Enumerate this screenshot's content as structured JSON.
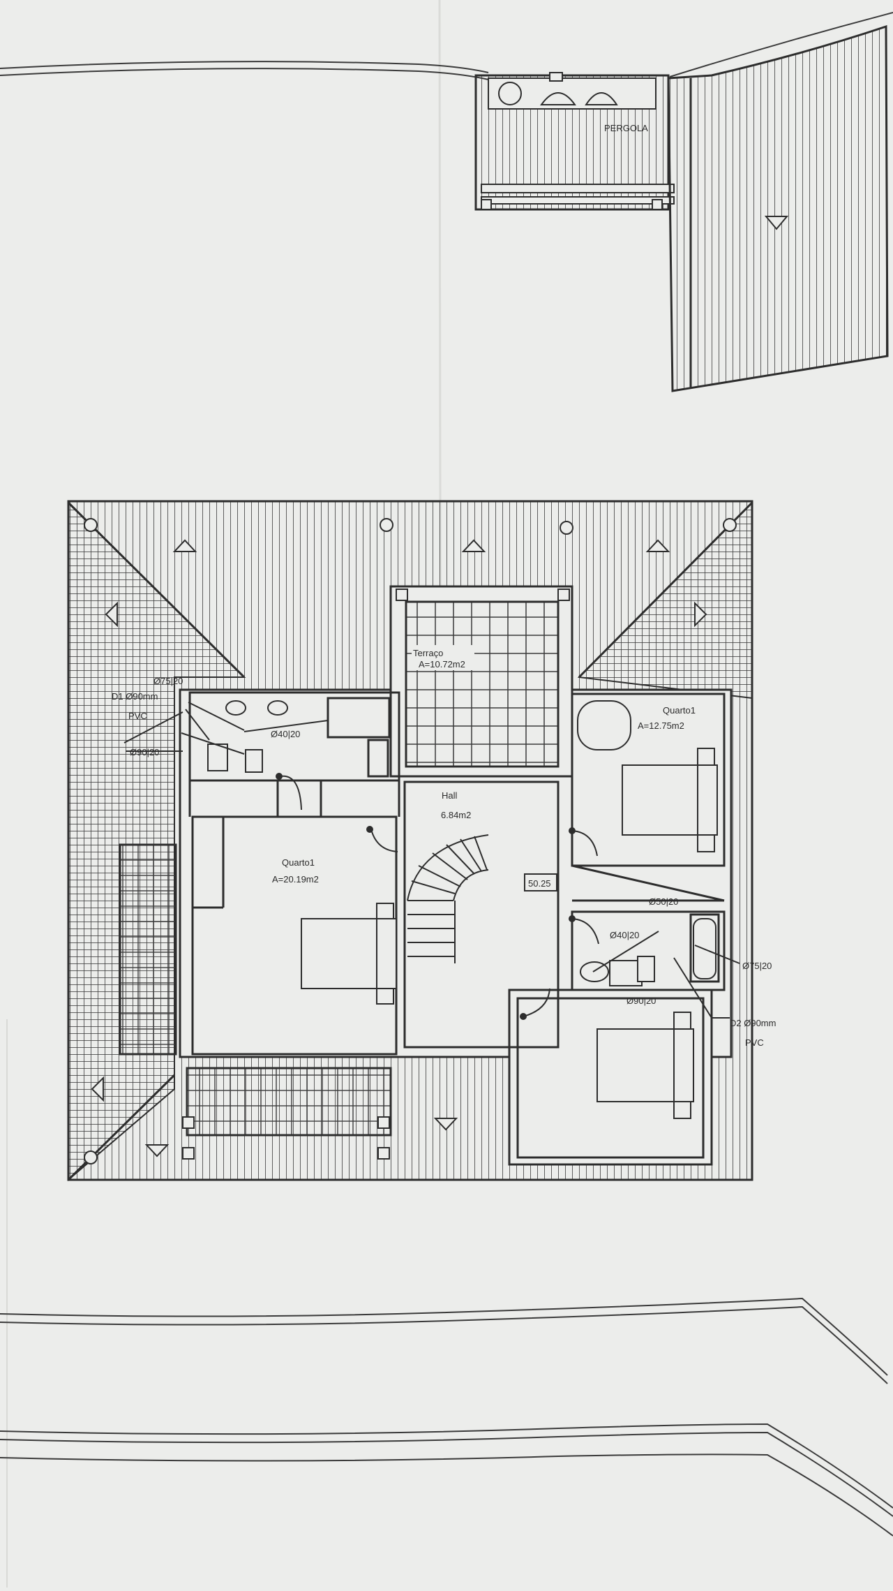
{
  "colors": {
    "paper": "#ecedeb",
    "ink": "#2d2d2d",
    "fold": "#dadbd8"
  },
  "pergola": {
    "label": "PERGOLA"
  },
  "rooms": {
    "terrace": {
      "name": "Terraço",
      "area": "A=10.72m2"
    },
    "hall": {
      "name": "Hall",
      "area": "6.84m2"
    },
    "bedroom_right": {
      "name": "Quarto1",
      "area": "A=12.75m2"
    },
    "bedroom_left": {
      "name": "Quarto1",
      "area": "A=20.19m2"
    }
  },
  "stair_label": "50.25",
  "pipe_labels": {
    "p75_top": "Ø75|20",
    "d1_line1": "D1 Ø90mm",
    "d1_line2": "PVC",
    "p40_top": "Ø40|20",
    "p90_left": "Ø90|20",
    "p50": "Ø50|20",
    "p40_mid": "Ø40|20",
    "p75_right": "Ø75|20",
    "p90_right": "Ø90|20",
    "d2_line1": "D2 Ø90mm",
    "d2_line2": "PVC"
  }
}
